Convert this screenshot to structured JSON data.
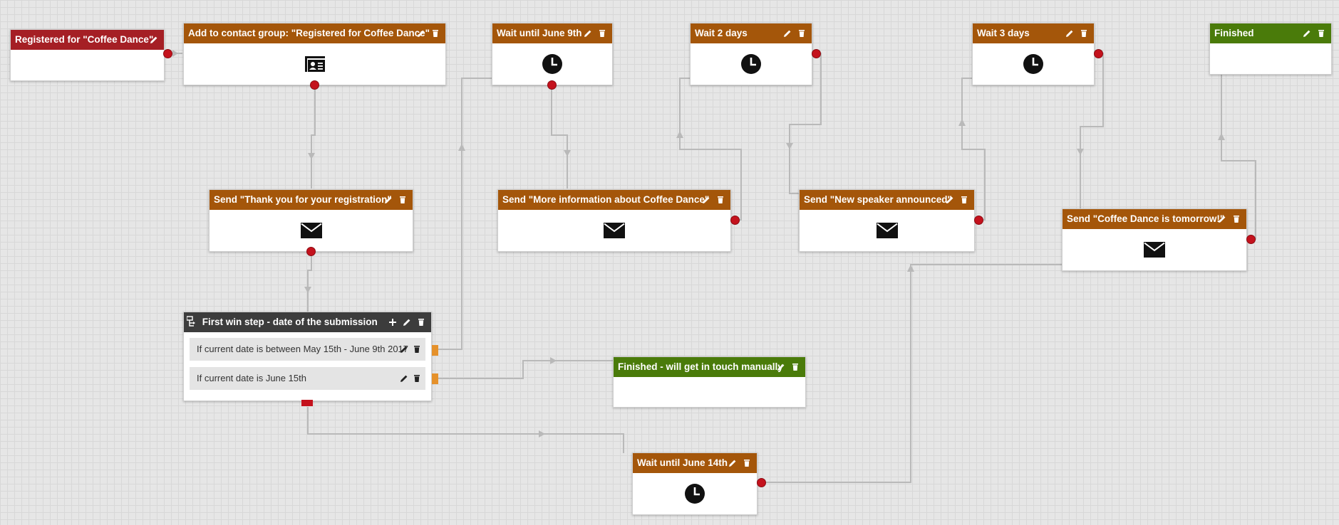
{
  "nodes": {
    "registered": {
      "title": "Registered for \"Coffee Dance\""
    },
    "add_group": {
      "title": "Add to contact group: \"Registered for Coffee Dance\"",
      "icon": "contact-card-icon"
    },
    "wait_june9": {
      "title": "Wait until June 9th",
      "icon": "clock-icon"
    },
    "wait_2days": {
      "title": "Wait 2 days",
      "icon": "clock-icon"
    },
    "wait_3days": {
      "title": "Wait 3 days",
      "icon": "clock-icon"
    },
    "finished": {
      "title": "Finished"
    },
    "send_thanks": {
      "title": "Send \"Thank you for your registration\"",
      "icon": "envelope-icon"
    },
    "send_more_info": {
      "title": "Send \"More information about Coffee Dance\"",
      "icon": "envelope-icon"
    },
    "send_new_speaker": {
      "title": "Send \"New speaker announced\"",
      "icon": "envelope-icon"
    },
    "send_tomorrow": {
      "title": "Send \"Coffee Dance is tomorrow!\"",
      "icon": "envelope-icon"
    },
    "condition": {
      "title": "First win step - date of the submission",
      "rows": [
        {
          "label": "If current date is between May 15th - June 9th 2017"
        },
        {
          "label": "If current date is June 15th"
        }
      ]
    },
    "finished_manual": {
      "title": "Finished - will get in touch manually"
    },
    "wait_june14": {
      "title": "Wait until June 14th",
      "icon": "clock-icon"
    }
  },
  "colors": {
    "start_header": "#a51f25",
    "action_header": "#a4560a",
    "finish_header": "#4a7b0a",
    "condition_header": "#3c3c3c",
    "port_red": "#c4121d",
    "port_orange": "#e5912b",
    "connector": "#b9b9b9"
  }
}
